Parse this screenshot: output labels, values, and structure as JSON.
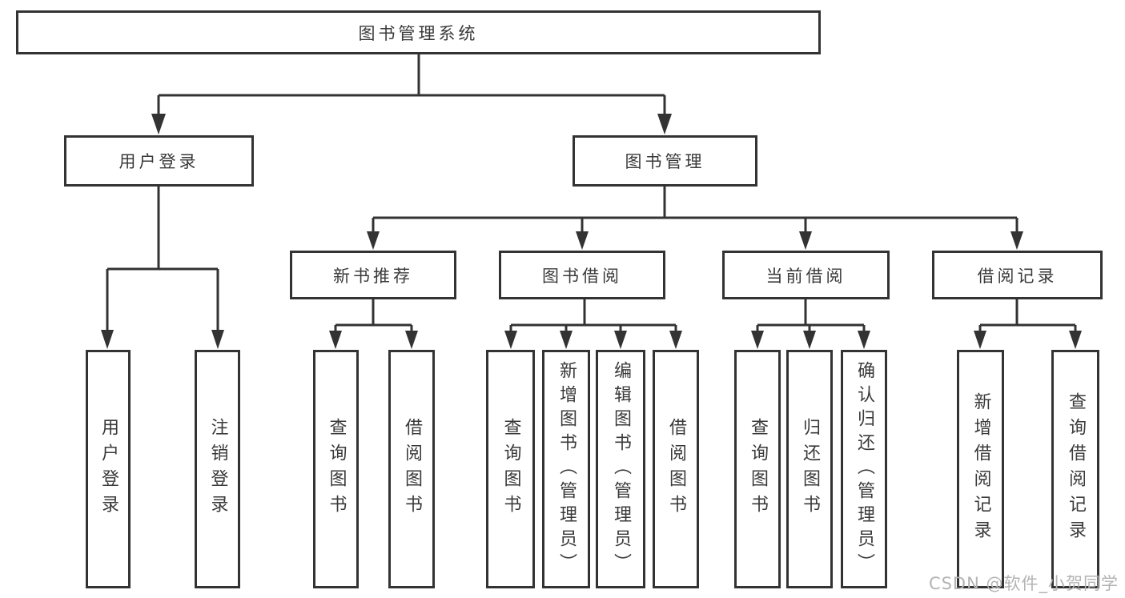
{
  "diagram": {
    "title": "图书管理系统",
    "colors": {
      "line": "#333333",
      "text": "#3a3a3a",
      "watermark": "#b3b3b3",
      "background": "#ffffff"
    },
    "tree": {
      "root": "图书管理系统",
      "level2": [
        "用户登录",
        "图书管理"
      ],
      "level3": [
        "新书推荐",
        "图书借阅",
        "当前借阅",
        "借阅记录"
      ],
      "leaves_login": [
        "用户登录",
        "注销登录"
      ],
      "leaves_newbook": [
        "查询图书",
        "借阅图书"
      ],
      "leaves_borrow": [
        "查询图书",
        "新增图书（管理员）",
        "编辑图书（管理员）",
        "借阅图书"
      ],
      "leaves_current": [
        "查询图书",
        "归还图书",
        "确认归还（管理员）"
      ],
      "leaves_records": [
        "新增借阅记录",
        "查询借阅记录"
      ]
    },
    "watermark": "CSDN @软件_小贺同学"
  }
}
